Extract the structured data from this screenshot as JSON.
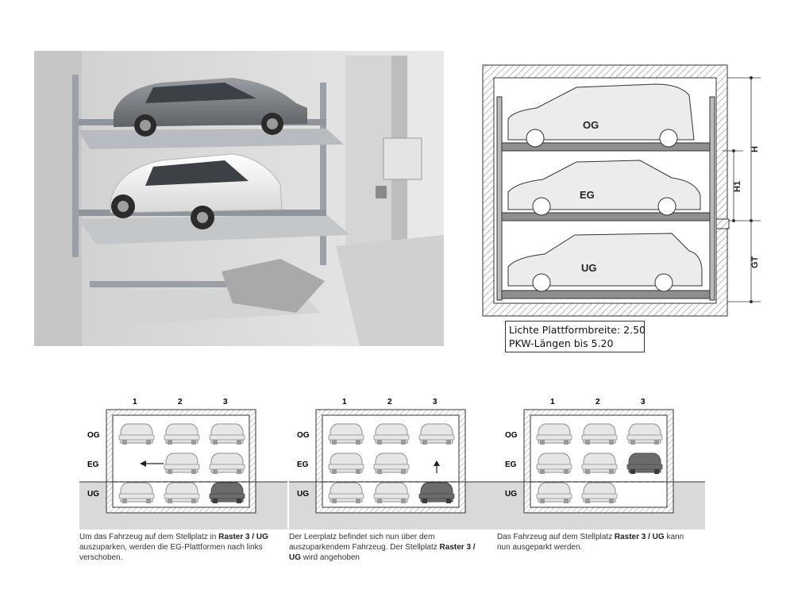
{
  "section": {
    "levels": [
      "OG",
      "EG",
      "UG"
    ],
    "dimensions": [
      "H",
      "H1",
      "GT"
    ]
  },
  "spec": {
    "line1": "Lichte Plattformbreite: 2.50",
    "line2": "PKW-Längen bis 5.20"
  },
  "panels": [
    {
      "columns": [
        "1",
        "2",
        "3"
      ],
      "rows": [
        "OG",
        "EG",
        "UG"
      ],
      "caption": {
        "pre": "Um das Fahrzeug auf dem Stellplatz in ",
        "bold": "Raster 3 / UG",
        "post": " auszuparken, werden die EG-Plattformen nach links verschoben."
      }
    },
    {
      "columns": [
        "1",
        "2",
        "3"
      ],
      "rows": [
        "OG",
        "EG",
        "UG"
      ],
      "caption": {
        "pre": "Der Leerplatz befindet sich nun über dem auszuparkendem Fahrzeug. Der Stellplatz ",
        "bold": "Raster 3 / UG",
        "post": " wird angehoben"
      }
    },
    {
      "columns": [
        "1",
        "2",
        "3"
      ],
      "rows": [
        "OG",
        "EG",
        "UG"
      ],
      "caption": {
        "pre": "Das Fahrzeug auf dem Stellplatz ",
        "bold": "Raster 3 / UG",
        "post": " kann nun ausgeparkt werden."
      }
    }
  ],
  "colors": {
    "concrete": "#d9d9d9",
    "car_light": "#e6e6e6",
    "car_dark": "#6b6b6b",
    "wall_hatch": "#9a9a9a"
  }
}
